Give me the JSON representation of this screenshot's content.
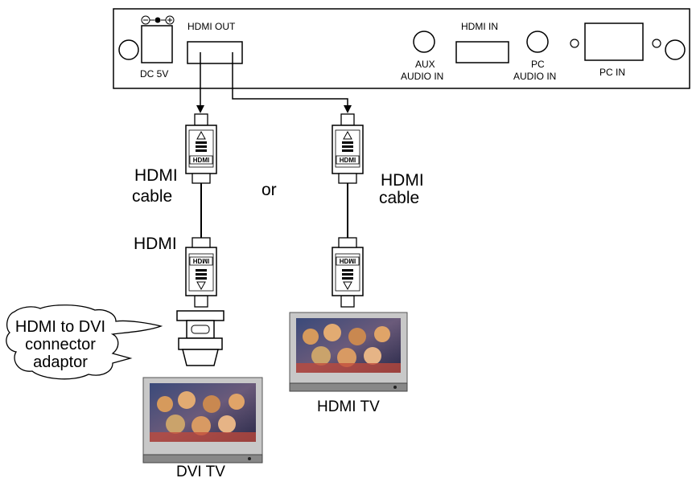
{
  "panel": {
    "dc_label": "DC 5V",
    "hdmi_out_label": "HDMI OUT",
    "hdmi_in_label": "HDMI IN",
    "aux_audio_line1": "AUX",
    "aux_audio_line2": "AUDIO IN",
    "pc_audio_line1": "PC",
    "pc_audio_line2": "AUDIO IN",
    "pc_in_label": "PC IN"
  },
  "connectors": {
    "plug_logo": "HDMI"
  },
  "labels": {
    "cable_left_line1": "HDMI",
    "cable_left_line2": "cable",
    "hdmi_left": "HDMI",
    "or": "or",
    "cable_right_line1": "HDMI",
    "cable_right_line2": "cable",
    "callout_line1": "HDMI to DVI",
    "callout_line2": "connector",
    "callout_line3": "adaptor",
    "dvi_tv": "DVI TV",
    "hdmi_tv": "HDMI TV"
  }
}
